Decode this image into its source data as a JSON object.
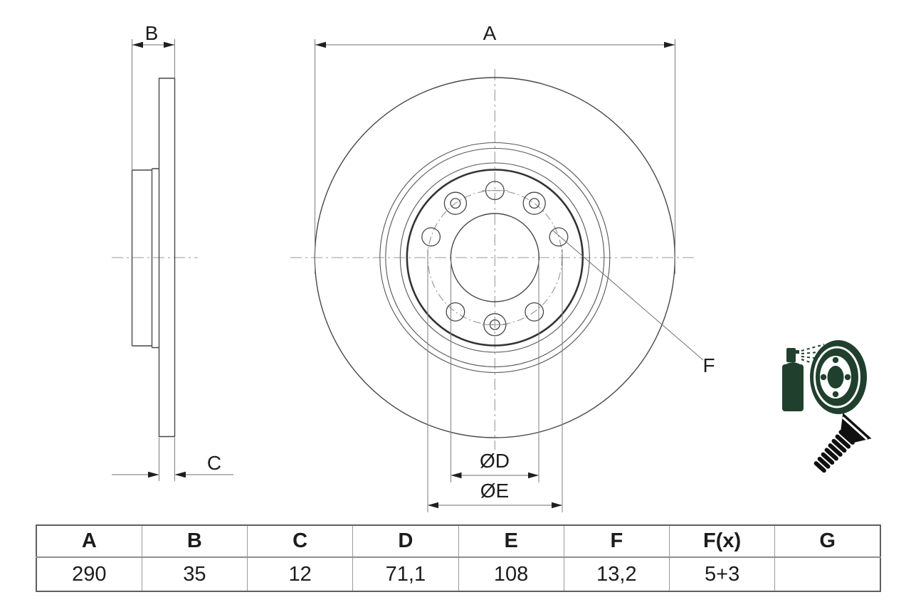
{
  "drawing": {
    "labels": {
      "diameter_a": "A",
      "width_b": "B",
      "hat_c": "C",
      "bore_d": "ØD",
      "pitch_e": "ØE",
      "hole_f": "F"
    }
  },
  "icons": {
    "coating_color": "#20402d",
    "screw_color": "#101010"
  },
  "table": {
    "headers": [
      "A",
      "B",
      "C",
      "D",
      "E",
      "F",
      "F(x)",
      "G"
    ],
    "values": [
      "290",
      "35",
      "12",
      "71,1",
      "108",
      "13,2",
      "5+3",
      ""
    ]
  }
}
